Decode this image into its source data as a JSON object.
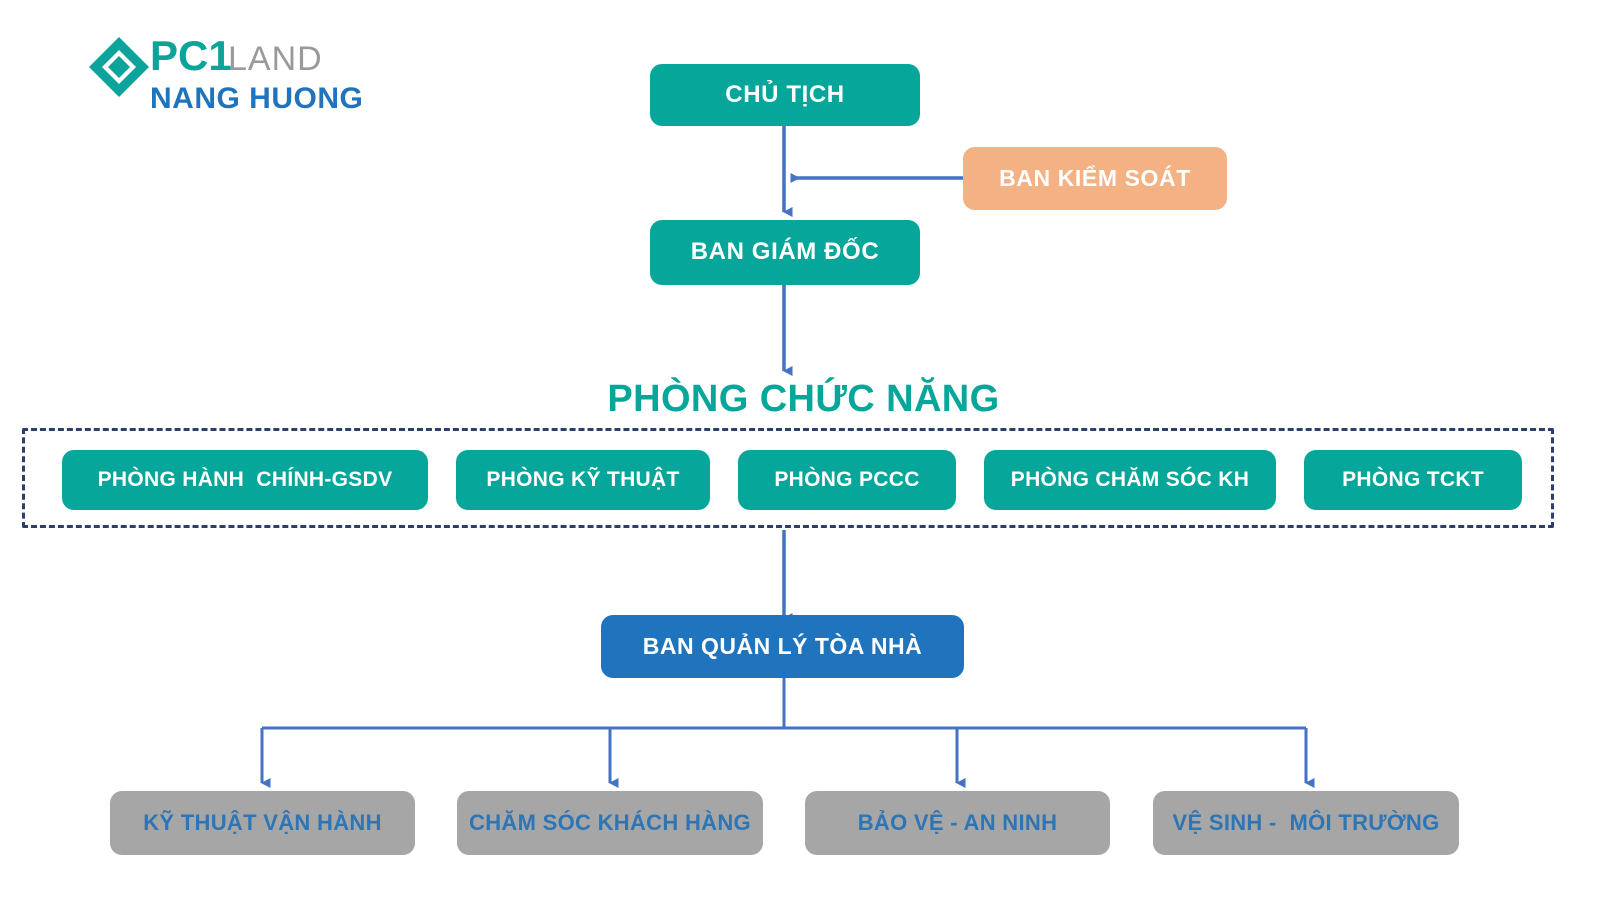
{
  "brand": {
    "name": "PC1",
    "suffix": "LAND",
    "subtitle": "NANG HUONG",
    "mark_color": "#0BA39A",
    "primary_color": "#06A69A",
    "accent_color": "#1F74BD"
  },
  "chart": {
    "section_title": "PHÒNG CHỨC NĂNG",
    "connector_color": "#4472C4",
    "group_border_color": "#2B3E6C",
    "nodes": {
      "chairman": {
        "label": "CHỦ TỊCH",
        "color": "#06A69A"
      },
      "supervisory_board": {
        "label": "BAN KIỂM SOÁT",
        "color": "#F4B183"
      },
      "board_of_directors": {
        "label": "BAN GIÁM ĐỐC",
        "color": "#06A69A"
      },
      "building_management": {
        "label": "BAN QUẢN LÝ TÒA NHÀ",
        "color": "#1F74BD"
      }
    },
    "departments": [
      {
        "label": "PHÒNG HÀNH  CHÍNH-GSDV",
        "color": "#06A69A"
      },
      {
        "label": "PHÒNG KỸ THUẬT",
        "color": "#06A69A"
      },
      {
        "label": "PHÒNG PCCC",
        "color": "#06A69A"
      },
      {
        "label": "PHÒNG CHĂM SÓC KH",
        "color": "#06A69A"
      },
      {
        "label": "PHÒNG TCKT",
        "color": "#06A69A"
      }
    ],
    "teams": [
      {
        "label": "KỸ THUẬT VẬN HÀNH",
        "color": "#A6A6A6",
        "text_color": "#2E75B6"
      },
      {
        "label": "CHĂM SÓC KHÁCH HÀNG",
        "color": "#A6A6A6",
        "text_color": "#2E75B6"
      },
      {
        "label": "BẢO VỆ - AN NINH",
        "color": "#A6A6A6",
        "text_color": "#2E75B6"
      },
      {
        "label": "VỆ SINH -  MÔI TRƯỜNG",
        "color": "#A6A6A6",
        "text_color": "#2E75B6"
      }
    ]
  }
}
